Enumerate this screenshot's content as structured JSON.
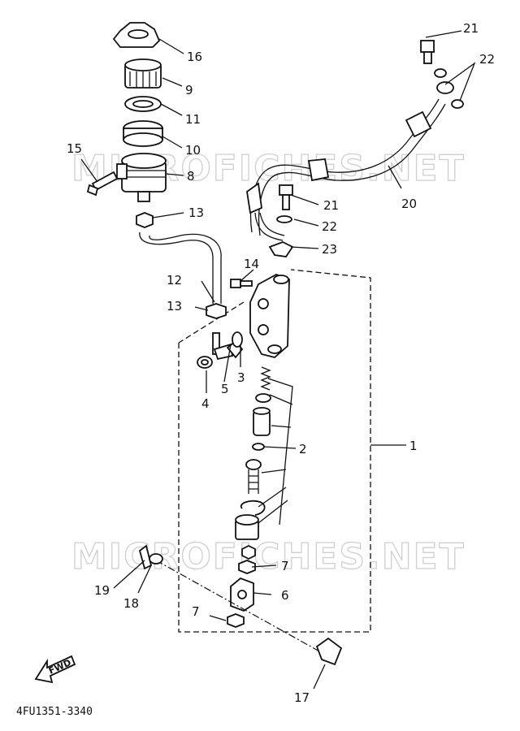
{
  "diagram": {
    "drawing_code": "4FU1351-3340",
    "fwd_text": "FWD",
    "watermarks": [
      "MICROFICHES.NET",
      "MICROFICHES.NET"
    ],
    "labels": {
      "l1": "1",
      "l2": "2",
      "l3": "3",
      "l4": "4",
      "l5": "5",
      "l6": "6",
      "l7a": "7",
      "l7b": "7",
      "l8": "8",
      "l9": "9",
      "l10": "10",
      "l11": "11",
      "l12": "12",
      "l13a": "13",
      "l13b": "13",
      "l14": "14",
      "l15": "15",
      "l16": "16",
      "l17": "17",
      "l18": "18",
      "l19": "19",
      "l20": "20",
      "l21a": "21",
      "l21b": "21",
      "l22a": "22",
      "l22b": "22",
      "l23": "23"
    }
  }
}
